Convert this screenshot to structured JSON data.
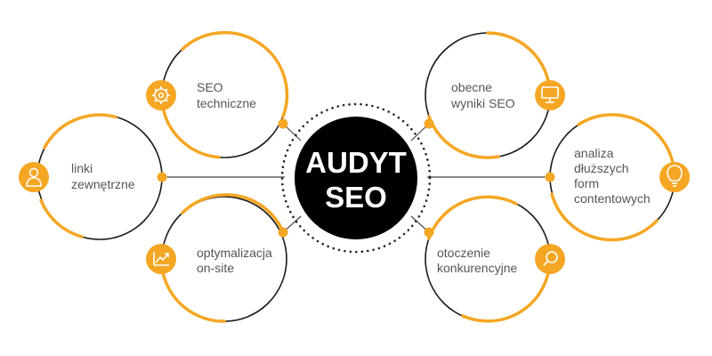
{
  "center": {
    "line1": "AUDYT",
    "line2": "SEO",
    "color": "#000000"
  },
  "colors": {
    "accent": "#F5A623",
    "accent_dark": "#E8961A",
    "ring_dark": "#1a1a1a",
    "connector": "#444444",
    "text": "#555555"
  },
  "nodes": [
    {
      "id": "seo-techniczne",
      "lines": [
        "SEO",
        "techniczne"
      ],
      "icon": "gear-icon"
    },
    {
      "id": "linki-zewnetrzne",
      "lines": [
        "linki",
        "zewnętrzne"
      ],
      "icon": "person-icon"
    },
    {
      "id": "optymalizacja-on-site",
      "lines": [
        "optymalizacja",
        "on-site"
      ],
      "icon": "trend-chart-icon"
    },
    {
      "id": "obecne-wyniki-seo",
      "lines": [
        "obecne",
        "wyniki SEO"
      ],
      "icon": "monitor-icon"
    },
    {
      "id": "analiza-form-contentowych",
      "lines": [
        "analiza",
        "dłuższych",
        "form",
        "contentowych"
      ],
      "icon": "lightbulb-icon"
    },
    {
      "id": "otoczenie-konkurencyjne",
      "lines": [
        "otoczenie",
        "konkurencyjne"
      ],
      "icon": "magnifier-icon"
    }
  ]
}
